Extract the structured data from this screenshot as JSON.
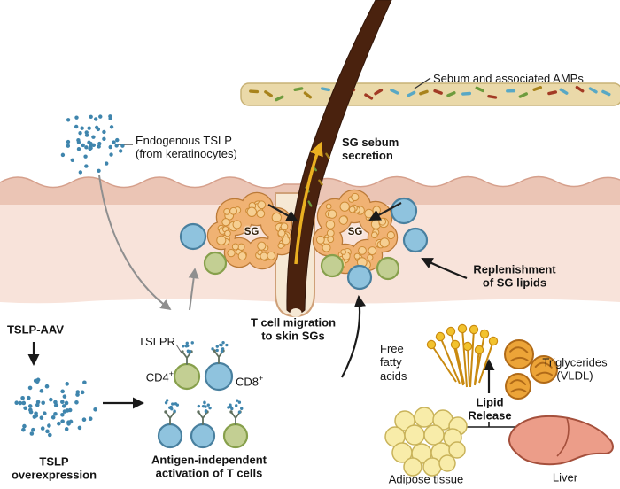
{
  "labels": {
    "sebum_amps": "Sebum and associated AMPs",
    "endogenous_tslp_1": "Endogenous TSLP",
    "endogenous_tslp_2": "(from keratinocytes)",
    "sg_secretion_1": "SG sebum",
    "sg_secretion_2": "secretion",
    "sg_left": "SG",
    "sg_right": "SG",
    "tslp_aav": "TSLP-AAV",
    "tslp_over_1": "TSLP",
    "tslp_over_2": "overexpression",
    "tslpr": "TSLPR",
    "cd4": "CD4",
    "cd8": "CD8",
    "plus": "+",
    "antigen_1": "Antigen-independent",
    "antigen_2": "activation of T cells",
    "migration_1": "T cell migration",
    "migration_2": "to skin SGs",
    "ffa_1": "Free",
    "ffa_2": "fatty",
    "ffa_3": "acids",
    "tg_1": "Triglycerides",
    "tg_2": "(VLDL)",
    "replenish_1": "Replenishment",
    "replenish_2": "of SG lipids",
    "lipid_1": "Lipid",
    "lipid_2": "Release",
    "adipose": "Adipose tissue",
    "liver": "Liver"
  },
  "colors": {
    "tslp_dot": "#3f85ad",
    "rod_green": "#6e9b3d",
    "rod_blue": "#58a8c5",
    "rod_red": "#a23a24",
    "rod_olive": "#a8831c",
    "gland_fill": "#f0b273",
    "gland_stroke": "#bb7a38",
    "gland_cell_fill": "#f6cf92",
    "gland_cell_stroke": "#cd8a35",
    "adipose_fill": "#f8eca9",
    "adipose_stroke": "#c9b35a",
    "ffa_head": "#f2c22e",
    "ffa_stem": "#c98a10",
    "tg_fill": "#eca438",
    "tg_stroke": "#b06a18",
    "cell_blue_fill": "#8fc3de",
    "cell_blue_stroke": "#49809f",
    "cell_green_fill": "#c3cf93",
    "cell_green_stroke": "#87a04c",
    "epidermis": "#ebc5b5",
    "dermis": "#f8e3da",
    "hair": "#4a220e",
    "sebum_arrow": "#eab021"
  }
}
